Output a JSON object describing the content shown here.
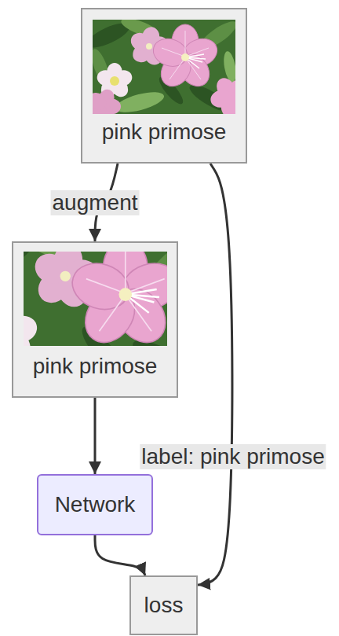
{
  "diagram": {
    "nodes": [
      {
        "text": [
          "pink primose"
        ]
      },
      {
        "text": [
          "pink primose"
        ]
      },
      {
        "text": [
          "Network"
        ]
      },
      {
        "text": [
          "loss"
        ]
      }
    ],
    "edges": [
      {
        "from": 0,
        "to": 1,
        "label": "augment",
        "arrow": "to"
      },
      {
        "from": 0,
        "to": 3,
        "label": "label: pink primose",
        "arrow": "to"
      },
      {
        "from": 1,
        "to": 2,
        "arrow": "to"
      },
      {
        "from": 2,
        "to": 3,
        "arrow": "to"
      }
    ]
  }
}
